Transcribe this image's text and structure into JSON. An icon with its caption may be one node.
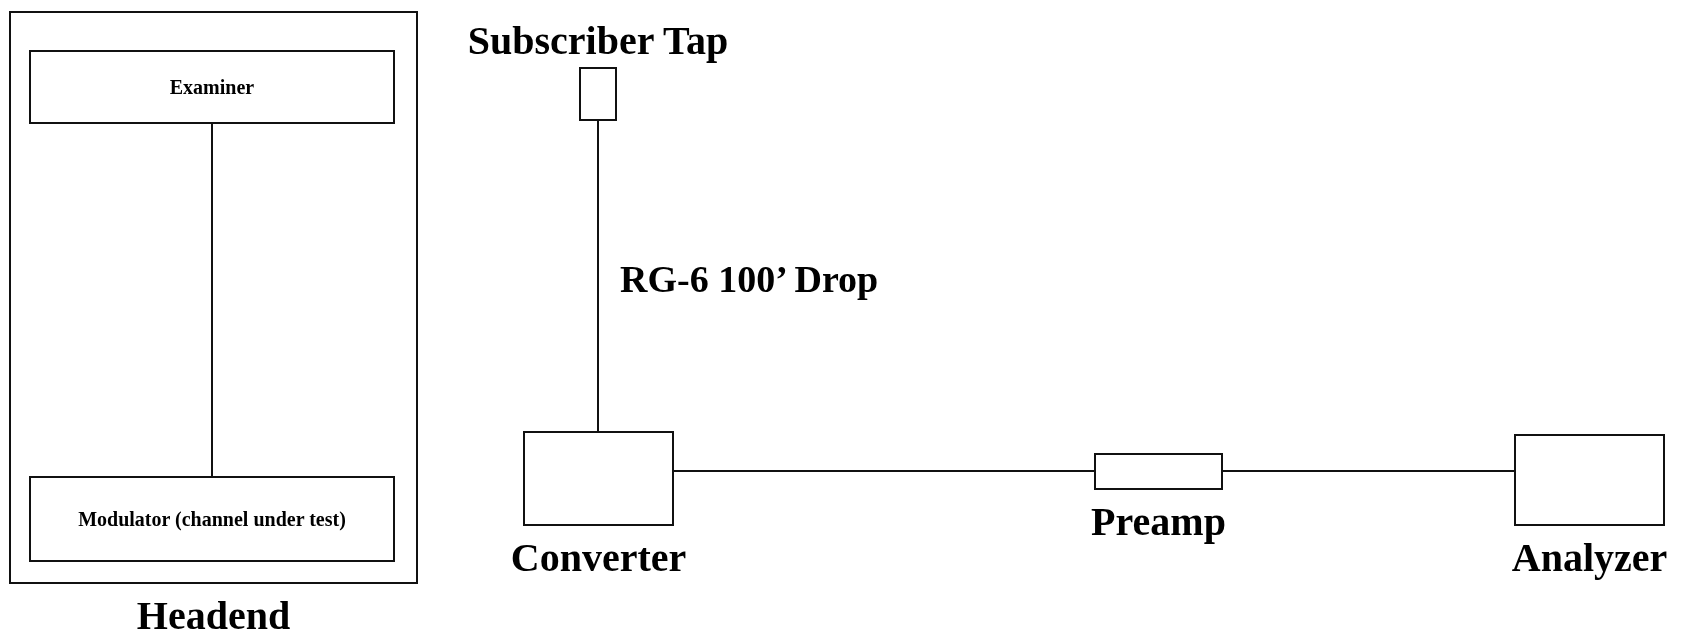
{
  "diagram": {
    "nodes": [
      {
        "text": [
          "Headend"
        ]
      },
      {
        "text": [
          "Examiner"
        ],
        "in": 0
      },
      {
        "text": [
          "Modulator (channel under test)"
        ],
        "in": 0
      },
      {
        "text": [
          "Subscriber Tap"
        ]
      },
      {
        "text": [
          "Converter"
        ]
      },
      {
        "text": [
          "Preamp"
        ]
      },
      {
        "text": [
          "Analyzer"
        ]
      }
    ],
    "edges": [
      {
        "from": 1,
        "to": 2,
        "arrow": "none"
      },
      {
        "from": 3,
        "to": 4,
        "arrow": "none",
        "label": "RG-6 100’ Drop"
      },
      {
        "from": 4,
        "to": 5,
        "arrow": "none"
      },
      {
        "from": 5,
        "to": 6,
        "arrow": "none"
      }
    ]
  }
}
